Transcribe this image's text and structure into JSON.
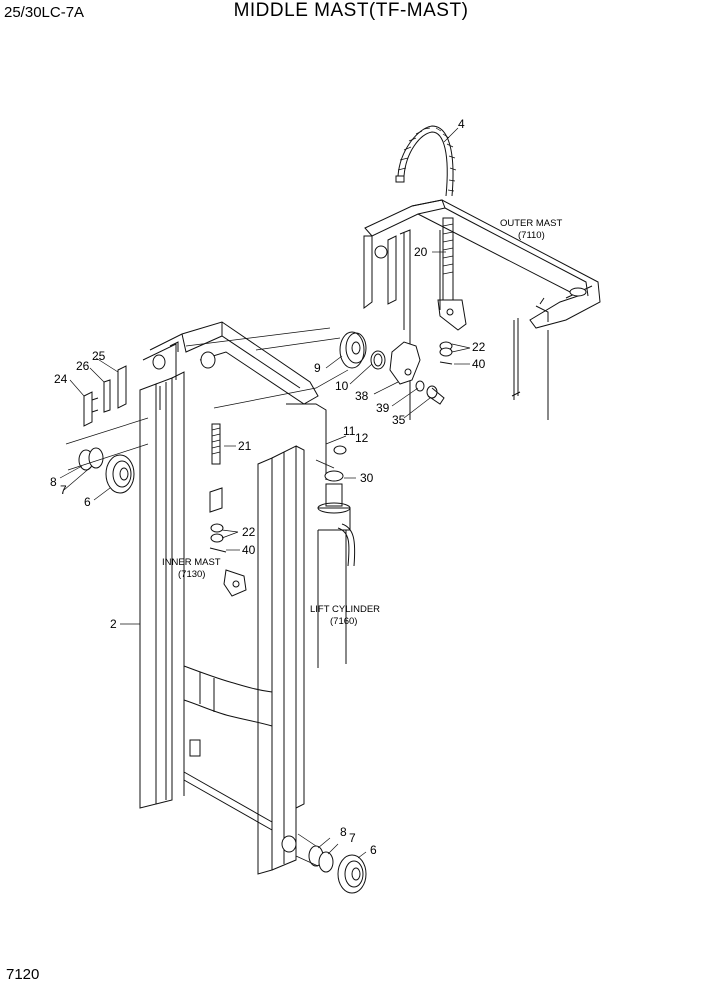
{
  "header": {
    "model": "25/30LC-7A",
    "title": "MIDDLE MAST(TF-MAST)"
  },
  "footer": {
    "page": "7120"
  },
  "callouts": {
    "c4": "4",
    "c20": "20",
    "c22a": "22",
    "c40a": "40",
    "c9": "9",
    "c10": "10",
    "c38": "38",
    "c39": "39",
    "c35": "35",
    "c25": "25",
    "c26": "26",
    "c24": "24",
    "c8a": "8",
    "c7a": "7",
    "c6a": "6",
    "c21": "21",
    "c11": "11",
    "c12": "12",
    "c30": "30",
    "c22b": "22",
    "c40b": "40",
    "c2": "2",
    "c8b": "8",
    "c7b": "7",
    "c6b": "6"
  },
  "references": {
    "outer_mast": "OUTER MAST",
    "outer_mast_code": "(7110)",
    "inner_mast": "INNER MAST",
    "inner_mast_code": "(7130)",
    "lift_cylinder": "LIFT CYLINDER",
    "lift_cylinder_code": "(7160)"
  }
}
